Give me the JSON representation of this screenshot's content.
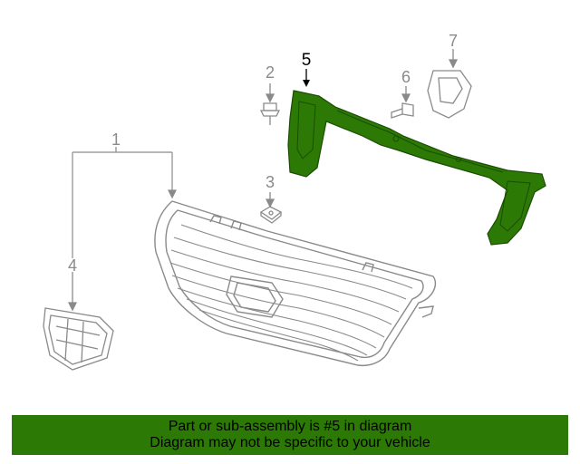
{
  "callouts": {
    "c1": "1",
    "c2": "2",
    "c3": "3",
    "c4": "4",
    "c5": "5",
    "c6": "6",
    "c7": "7"
  },
  "highlighted_part": "5",
  "banner": {
    "line1": "Part or sub-assembly is #5 in diagram",
    "line2": "Diagram may not be specific to your vehicle"
  },
  "colors": {
    "highlight": "#2c7a05",
    "outline": "#8a8a8a",
    "banner_bg": "#2c7a05"
  }
}
